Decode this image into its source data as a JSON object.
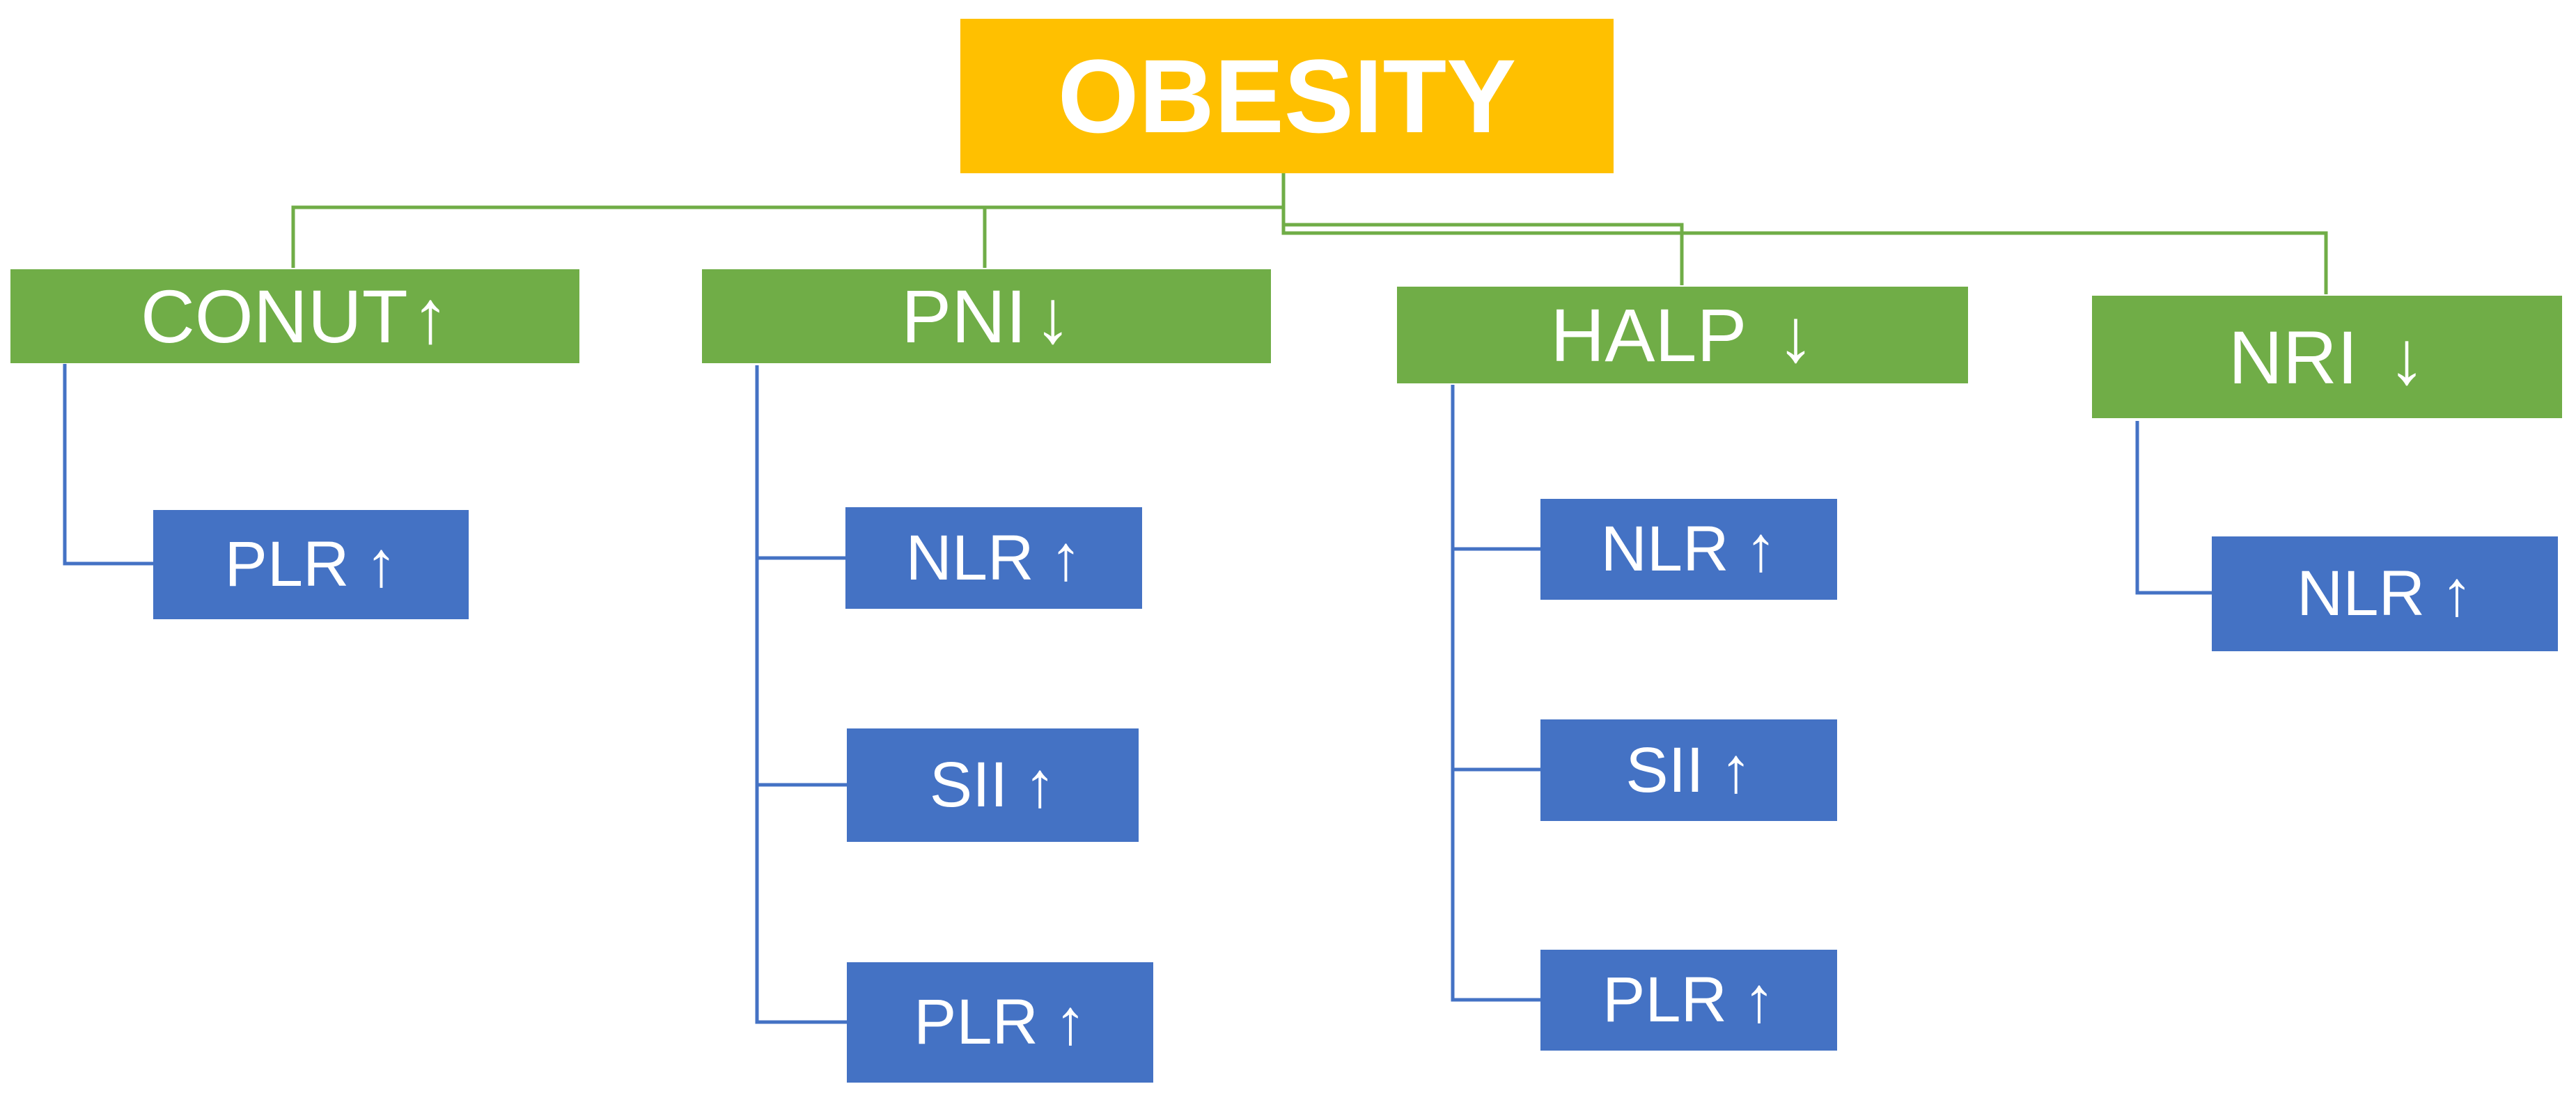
{
  "root": {
    "label": "OBESITY"
  },
  "colors": {
    "root": "#FFC000",
    "category": "#70AD47",
    "indicator": "#4472C4",
    "text": "#FFFFFF"
  },
  "categories": [
    {
      "label": "CONUT",
      "arrow": "↑",
      "items": [
        {
          "label": "PLR",
          "arrow": "↑"
        }
      ]
    },
    {
      "label": "PNI",
      "arrow": "↓",
      "items": [
        {
          "label": "NLR",
          "arrow": "↑"
        },
        {
          "label": "SII",
          "arrow": "↑"
        },
        {
          "label": "PLR",
          "arrow": "↑"
        }
      ]
    },
    {
      "label": "HALP",
      "arrow": "↓",
      "items": [
        {
          "label": "NLR",
          "arrow": "↑"
        },
        {
          "label": "SII",
          "arrow": "↑"
        },
        {
          "label": "PLR",
          "arrow": "↑"
        }
      ]
    },
    {
      "label": "NRI",
      "arrow": "↓",
      "items": [
        {
          "label": "NLR",
          "arrow": "↑"
        }
      ]
    }
  ]
}
